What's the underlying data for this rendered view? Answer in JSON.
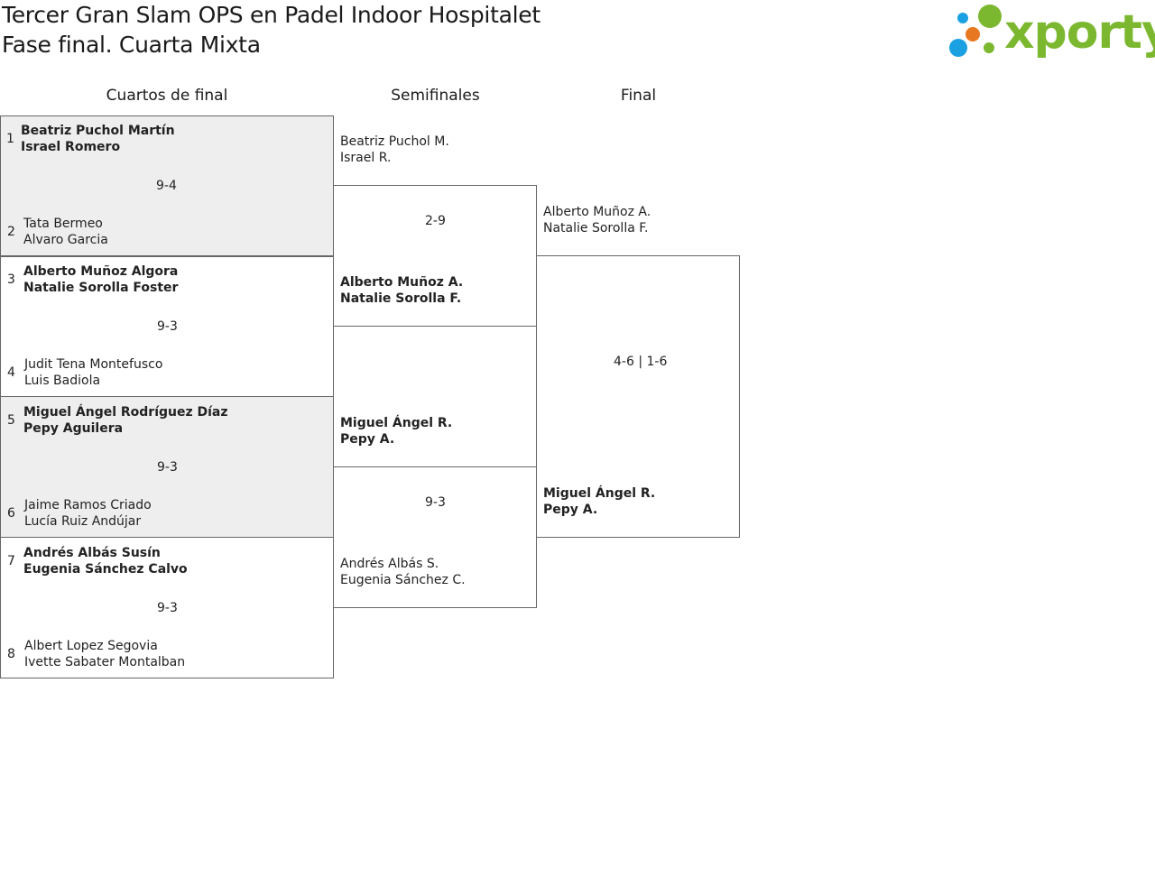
{
  "header": {
    "title_line1": "Tercer Gran Slam OPS en Padel Indoor Hospitalet",
    "title_line2": "Fase final. Cuarta Mixta",
    "logo_text": "xporty",
    "logo_colors": {
      "green": "#7cb82f",
      "orange": "#e87722",
      "blue": "#1ba1e2"
    }
  },
  "rounds": {
    "quarterfinals": "Cuartos de final",
    "semifinals": "Semifinales",
    "final": "Final"
  },
  "quarterfinals": [
    {
      "seed_top": "1",
      "top": [
        "Beatriz Puchol Martín",
        "Israel Romero"
      ],
      "score": "9-4",
      "seed_bottom": "2",
      "bottom": [
        "Tata Bermeo",
        "Alvaro Garcia"
      ]
    },
    {
      "seed_top": "3",
      "top": [
        "Alberto Muñoz Algora",
        "Natalie Sorolla Foster"
      ],
      "score": "9-3",
      "seed_bottom": "4",
      "bottom": [
        "Judit Tena Montefusco",
        "Luis Badiola"
      ]
    },
    {
      "seed_top": "5",
      "top": [
        "Miguel Ángel Rodríguez Díaz",
        "Pepy Aguilera"
      ],
      "score": "9-3",
      "seed_bottom": "6",
      "bottom": [
        "Jaime Ramos Criado",
        "Lucía Ruiz Andújar"
      ]
    },
    {
      "seed_top": "7",
      "top": [
        "Andrés Albás Susín",
        "Eugenia Sánchez Calvo"
      ],
      "score": "9-3",
      "seed_bottom": "8",
      "bottom": [
        "Albert Lopez Segovia",
        "Ivette Sabater Montalban"
      ]
    }
  ],
  "semifinals": [
    {
      "top": [
        "Beatriz Puchol M.",
        "Israel R."
      ],
      "score": "2-9",
      "bottom": [
        "Alberto Muñoz A.",
        "Natalie Sorolla F."
      ]
    },
    {
      "top": [
        "Miguel Ángel R.",
        "Pepy A."
      ],
      "score": "9-3",
      "bottom": [
        "Andrés Albás S.",
        "Eugenia Sánchez C."
      ]
    }
  ],
  "final": {
    "top": [
      "Alberto Muñoz A.",
      "Natalie Sorolla F."
    ],
    "score": "4-6 | 1-6",
    "bottom": [
      "Miguel Ángel R.",
      "Pepy A."
    ]
  }
}
